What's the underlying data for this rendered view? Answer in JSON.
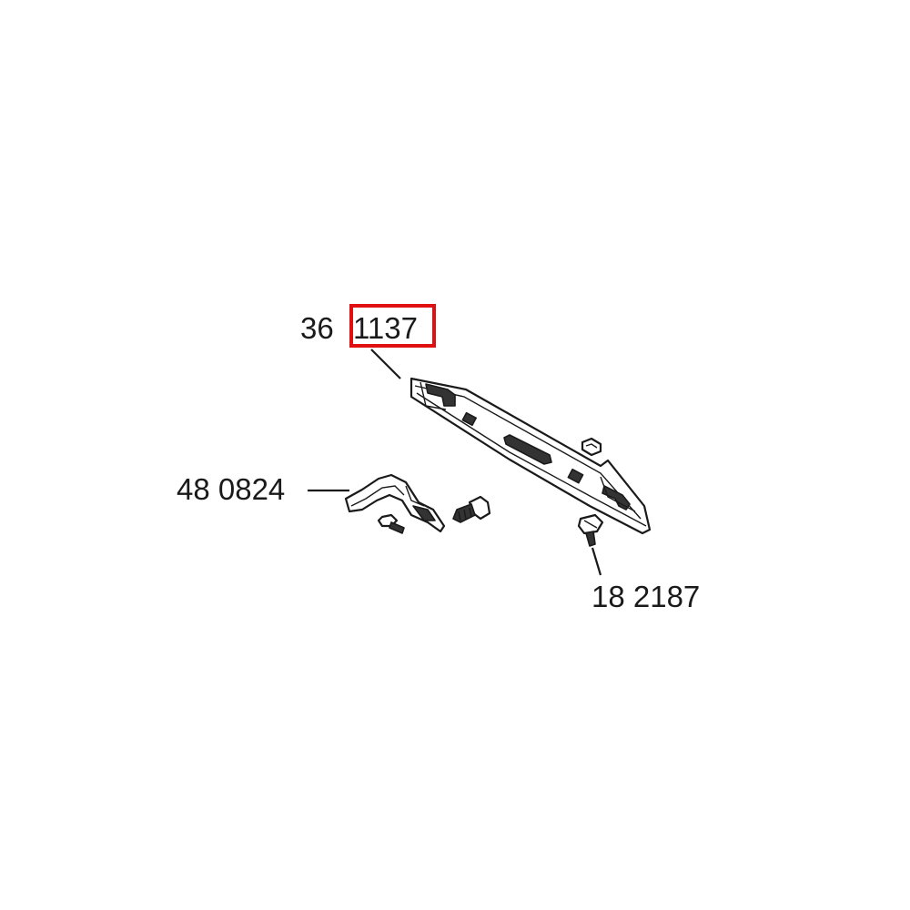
{
  "callouts": [
    {
      "id": "rail",
      "text": "36 1137",
      "prefix": "36",
      "number": "1137",
      "highlighted": true
    },
    {
      "id": "bracket",
      "text": "48 0824"
    },
    {
      "id": "screw",
      "text": "18 2187"
    }
  ],
  "colors": {
    "highlight": "#e01010",
    "ink": "#1a1a1a",
    "background": "#ffffff"
  }
}
